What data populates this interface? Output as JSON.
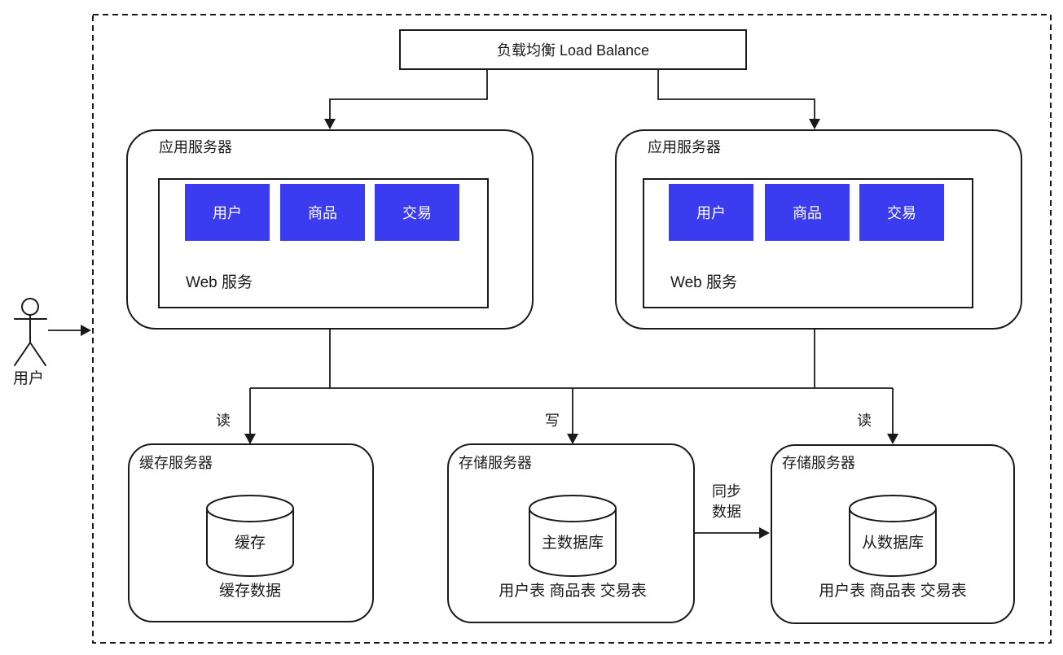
{
  "diagram": {
    "load_balancer": {
      "label": "负载均衡 Load Balance"
    },
    "actor": {
      "label": "用户"
    },
    "app_servers": [
      {
        "title": "应用服务器",
        "web_label": "Web 服务",
        "modules": [
          "用户",
          "商品",
          "交易"
        ]
      },
      {
        "title": "应用服务器",
        "web_label": "Web 服务",
        "modules": [
          "用户",
          "商品",
          "交易"
        ]
      }
    ],
    "edge_labels": {
      "left_read": "读",
      "write": "写",
      "right_read": "读",
      "sync": [
        "同步",
        "数据"
      ]
    },
    "data_servers": [
      {
        "title": "缓存服务器",
        "db_label": "缓存",
        "tables_label": "缓存数据"
      },
      {
        "title": "存储服务器",
        "db_label": "主数据库",
        "tables_label": "用户表 商品表 交易表"
      },
      {
        "title": "存储服务器",
        "db_label": "从数据库",
        "tables_label": "用户表 商品表 交易表"
      }
    ],
    "colors": {
      "module_fill": "#3b3bf0",
      "module_text": "#ffffff",
      "stroke": "#1a1a1a",
      "background": "#ffffff"
    }
  }
}
